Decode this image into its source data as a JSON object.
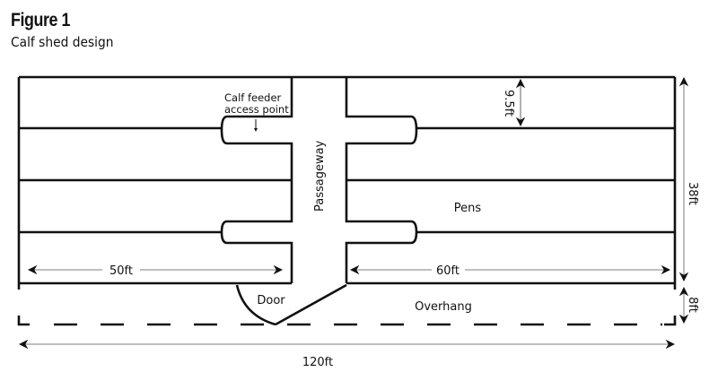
{
  "figure": {
    "title": "Figure 1",
    "subtitle": "Calf shed design"
  },
  "labels": {
    "calf_feeder_line1": "Calf feeder",
    "calf_feeder_line2": "access point",
    "passageway": "Passageway",
    "pens": "Pens",
    "door": "Door",
    "overhang": "Overhang"
  },
  "dimensions": {
    "pen_width": "9.5ft",
    "shed_depth": "38ft",
    "overhang_depth": "8ft",
    "left_section_length": "50ft",
    "right_section_length": "60ft",
    "total_length": "120ft"
  },
  "colors": {
    "line": "#111111",
    "dimension_line": "#999999",
    "background": "#ffffff"
  }
}
